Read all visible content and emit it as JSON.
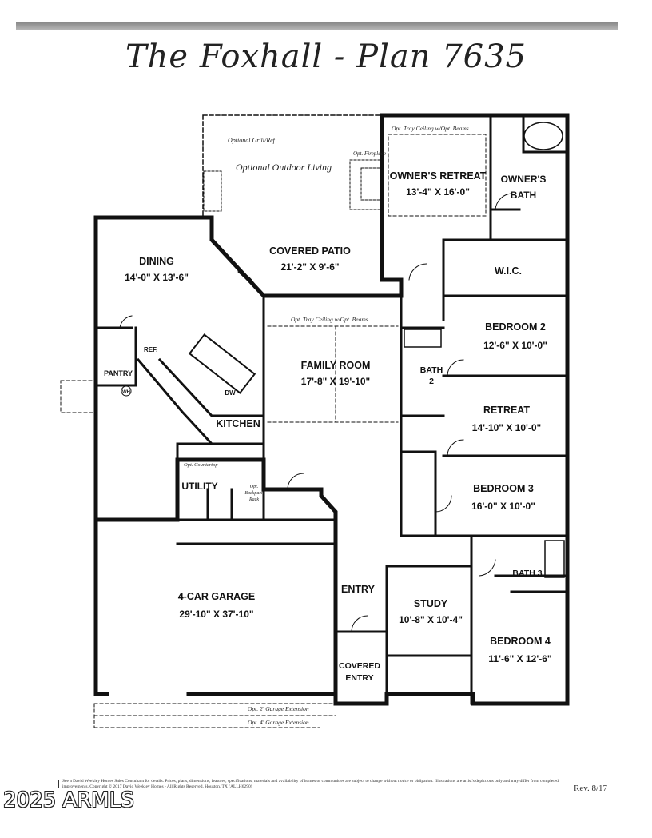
{
  "title": "The Foxhall - Plan 7635",
  "rooms": {
    "outdoor_living": "Optional Outdoor Living",
    "grill": "Optional Grill/Ref.",
    "fireplace": "Opt. Fireplace",
    "owners_tray": "Opt. Tray Ceiling w/Opt. Beams",
    "owners_retreat_name": "OWNER'S RETREAT",
    "owners_retreat_dim": "13'-4\" X 16'-0\"",
    "owners_bath_1": "OWNER'S",
    "owners_bath_2": "BATH",
    "dining_name": "DINING",
    "dining_dim": "14'-0\" X 13'-6\"",
    "patio_name": "COVERED PATIO",
    "patio_dim": "21'-2\" X 9'-6\"",
    "wic": "W.I.C.",
    "family_tray": "Opt. Tray Ceiling w/Opt. Beams",
    "family_name": "FAMILY ROOM",
    "family_dim": "17'-8\" X 19'-10\"",
    "bedroom2_name": "BEDROOM 2",
    "bedroom2_dim": "12'-6\" X 10'-0\"",
    "ref": "REF.",
    "pantry": "PANTRY",
    "wh": "WH",
    "dw": "DW",
    "bath2_1": "BATH",
    "bath2_2": "2",
    "kitchen": "KITCHEN",
    "retreat_name": "RETREAT",
    "retreat_dim": "14'-10\" X 10'-0\"",
    "countertop": "Opt. Countertop",
    "utility": "UTILITY",
    "backpack_1": "Opt.",
    "backpack_2": "Backpack",
    "backpack_3": "Rack",
    "bedroom3_name": "BEDROOM 3",
    "bedroom3_dim": "16'-0\" X 10'-0\"",
    "bath3": "BATH 3",
    "entry": "ENTRY",
    "garage_name": "4-CAR GARAGE",
    "garage_dim": "29'-10\" X 37'-10\"",
    "study_name": "STUDY",
    "study_dim": "10'-8\" X 10'-4\"",
    "bedroom4_name": "BEDROOM 4",
    "bedroom4_dim": "11'-6\" X 12'-6\"",
    "covered_entry_1": "COVERED",
    "covered_entry_2": "ENTRY",
    "garage_ext_2": "Opt. 2' Garage Extension",
    "garage_ext_4": "Opt. 4' Garage Extension"
  },
  "footer": {
    "disclaimer": "See a David Weekley Homes Sales Consultant for details. Prices, plans, dimensions, features, specifications, materials and availability of homes or communities are subject to change without notice or obligation. Illustrations are artist's depictions only and may differ from completed improvements. Copyright © 2017 David Weekley Homes - All Rights Reserved. Houston, TX (ALLH6290)",
    "rev": "Rev. 8/17",
    "copyright": "2025 ARMLS"
  }
}
